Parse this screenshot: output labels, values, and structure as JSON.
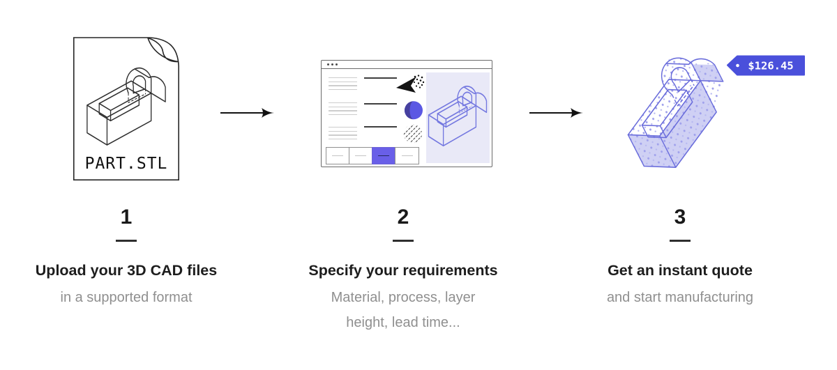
{
  "illustration": {
    "steps": [
      {
        "number": "1",
        "title": "Upload your 3D CAD files",
        "subtitle": "in a supported format",
        "file_label": "PART.STL"
      },
      {
        "number": "2",
        "title": "Specify your requirements",
        "subtitle": "Material, process, layer height, lead time..."
      },
      {
        "number": "3",
        "title": "Get an instant quote",
        "subtitle": "and start manufacturing",
        "price": "$126.45"
      }
    ],
    "colors": {
      "accent": "#4a50db",
      "sphere": "#5b58e3",
      "sphere_shadow": "#46409f",
      "button_active": "#695fe8",
      "panel_lavender": "#e9e9f7",
      "sketch_purple": "#7478e0",
      "stipple": "#a0a1ec",
      "title_text": "#1d1d1d",
      "subtitle_text": "#8f8f8f",
      "line_art": "#2a2a2a"
    },
    "icons": [
      "file-curl-icon",
      "part-sketch-icon",
      "arrow-right-icon",
      "cursor-spray-icon",
      "material-sphere-icon",
      "hatch-circle-icon",
      "browser-window-icon",
      "price-tag-icon"
    ]
  }
}
